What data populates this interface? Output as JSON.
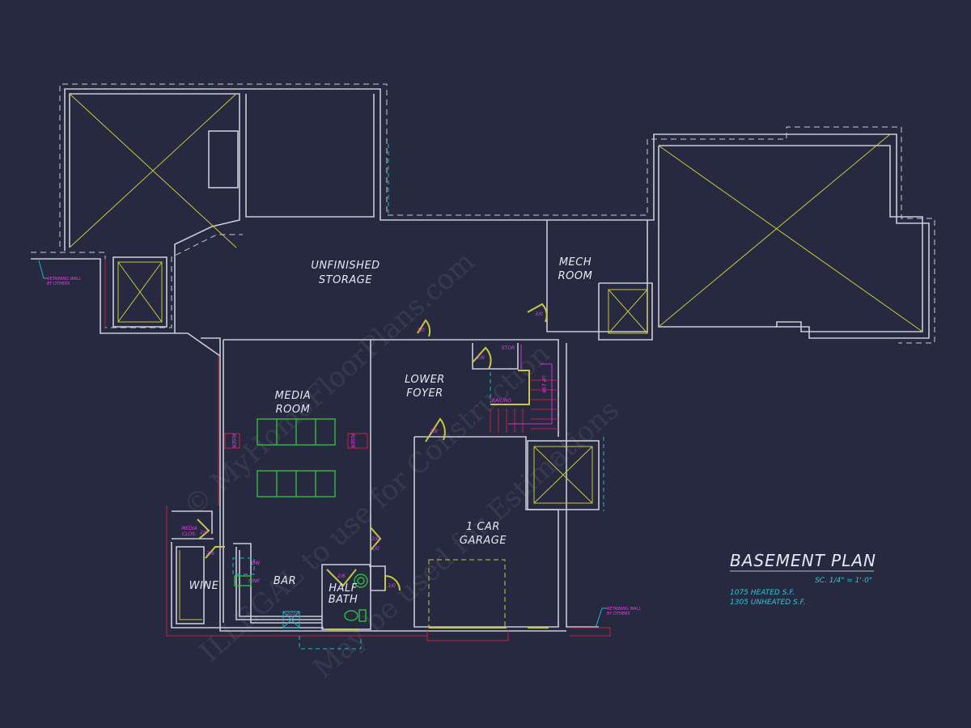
{
  "plan": {
    "title": "BASEMENT PLAN",
    "scale": "SC. 1/4\" = 1'-0\"",
    "heated": "1075 HEATED S.F.",
    "unheated": "1305 UNHEATED S.F."
  },
  "rooms": {
    "storage_1": "UNFINISHED",
    "storage_2": "STORAGE",
    "mech_1": "MECH",
    "mech_2": "ROOM",
    "foyer_1": "LOWER",
    "foyer_2": "FOYER",
    "media_1": "MEDIA",
    "media_2": "ROOM",
    "garage_1": "1 CAR",
    "garage_2": "GARAGE",
    "wine": "WINE",
    "bar": "BAR",
    "bath_1": "HALF",
    "bath_2": "BATH"
  },
  "tags": {
    "door_storage": "3/0",
    "door_mech": "3/0",
    "door_stor": "2/6",
    "door_garage": "2/8",
    "door_media_1": "3/0",
    "door_media_2": "3/0",
    "door_closet": "2/6",
    "door_wine": "2/6",
    "door_bath": "2/6",
    "door_garage_2": "3/0",
    "stor": "STOR",
    "stair": "UP 15R",
    "railing": "RAILING",
    "riser_left": "RISER",
    "riser_right": "RISER",
    "media_clos_1": "MEDIA",
    "media_clos_2": "CLOS.",
    "dw": "DW",
    "sink": "SINK",
    "ref": "REF"
  },
  "notes": {
    "retaining_left_1": "RETAINING WALL",
    "retaining_left_2": "BY OTHERS",
    "retaining_right_1": "RETAINING WALL",
    "retaining_right_2": "BY OTHERS"
  },
  "watermark": {
    "line1": "© MyHomeFloorPlans.com",
    "line2": "ILLEGAL to use for Construction",
    "line3": "May be used for Estimations"
  },
  "colors": {
    "background": "#262940",
    "wall": "#c9cbd6",
    "accent": "#c8c83a",
    "tag": "#e040e0",
    "note": "#2ec6cf"
  }
}
